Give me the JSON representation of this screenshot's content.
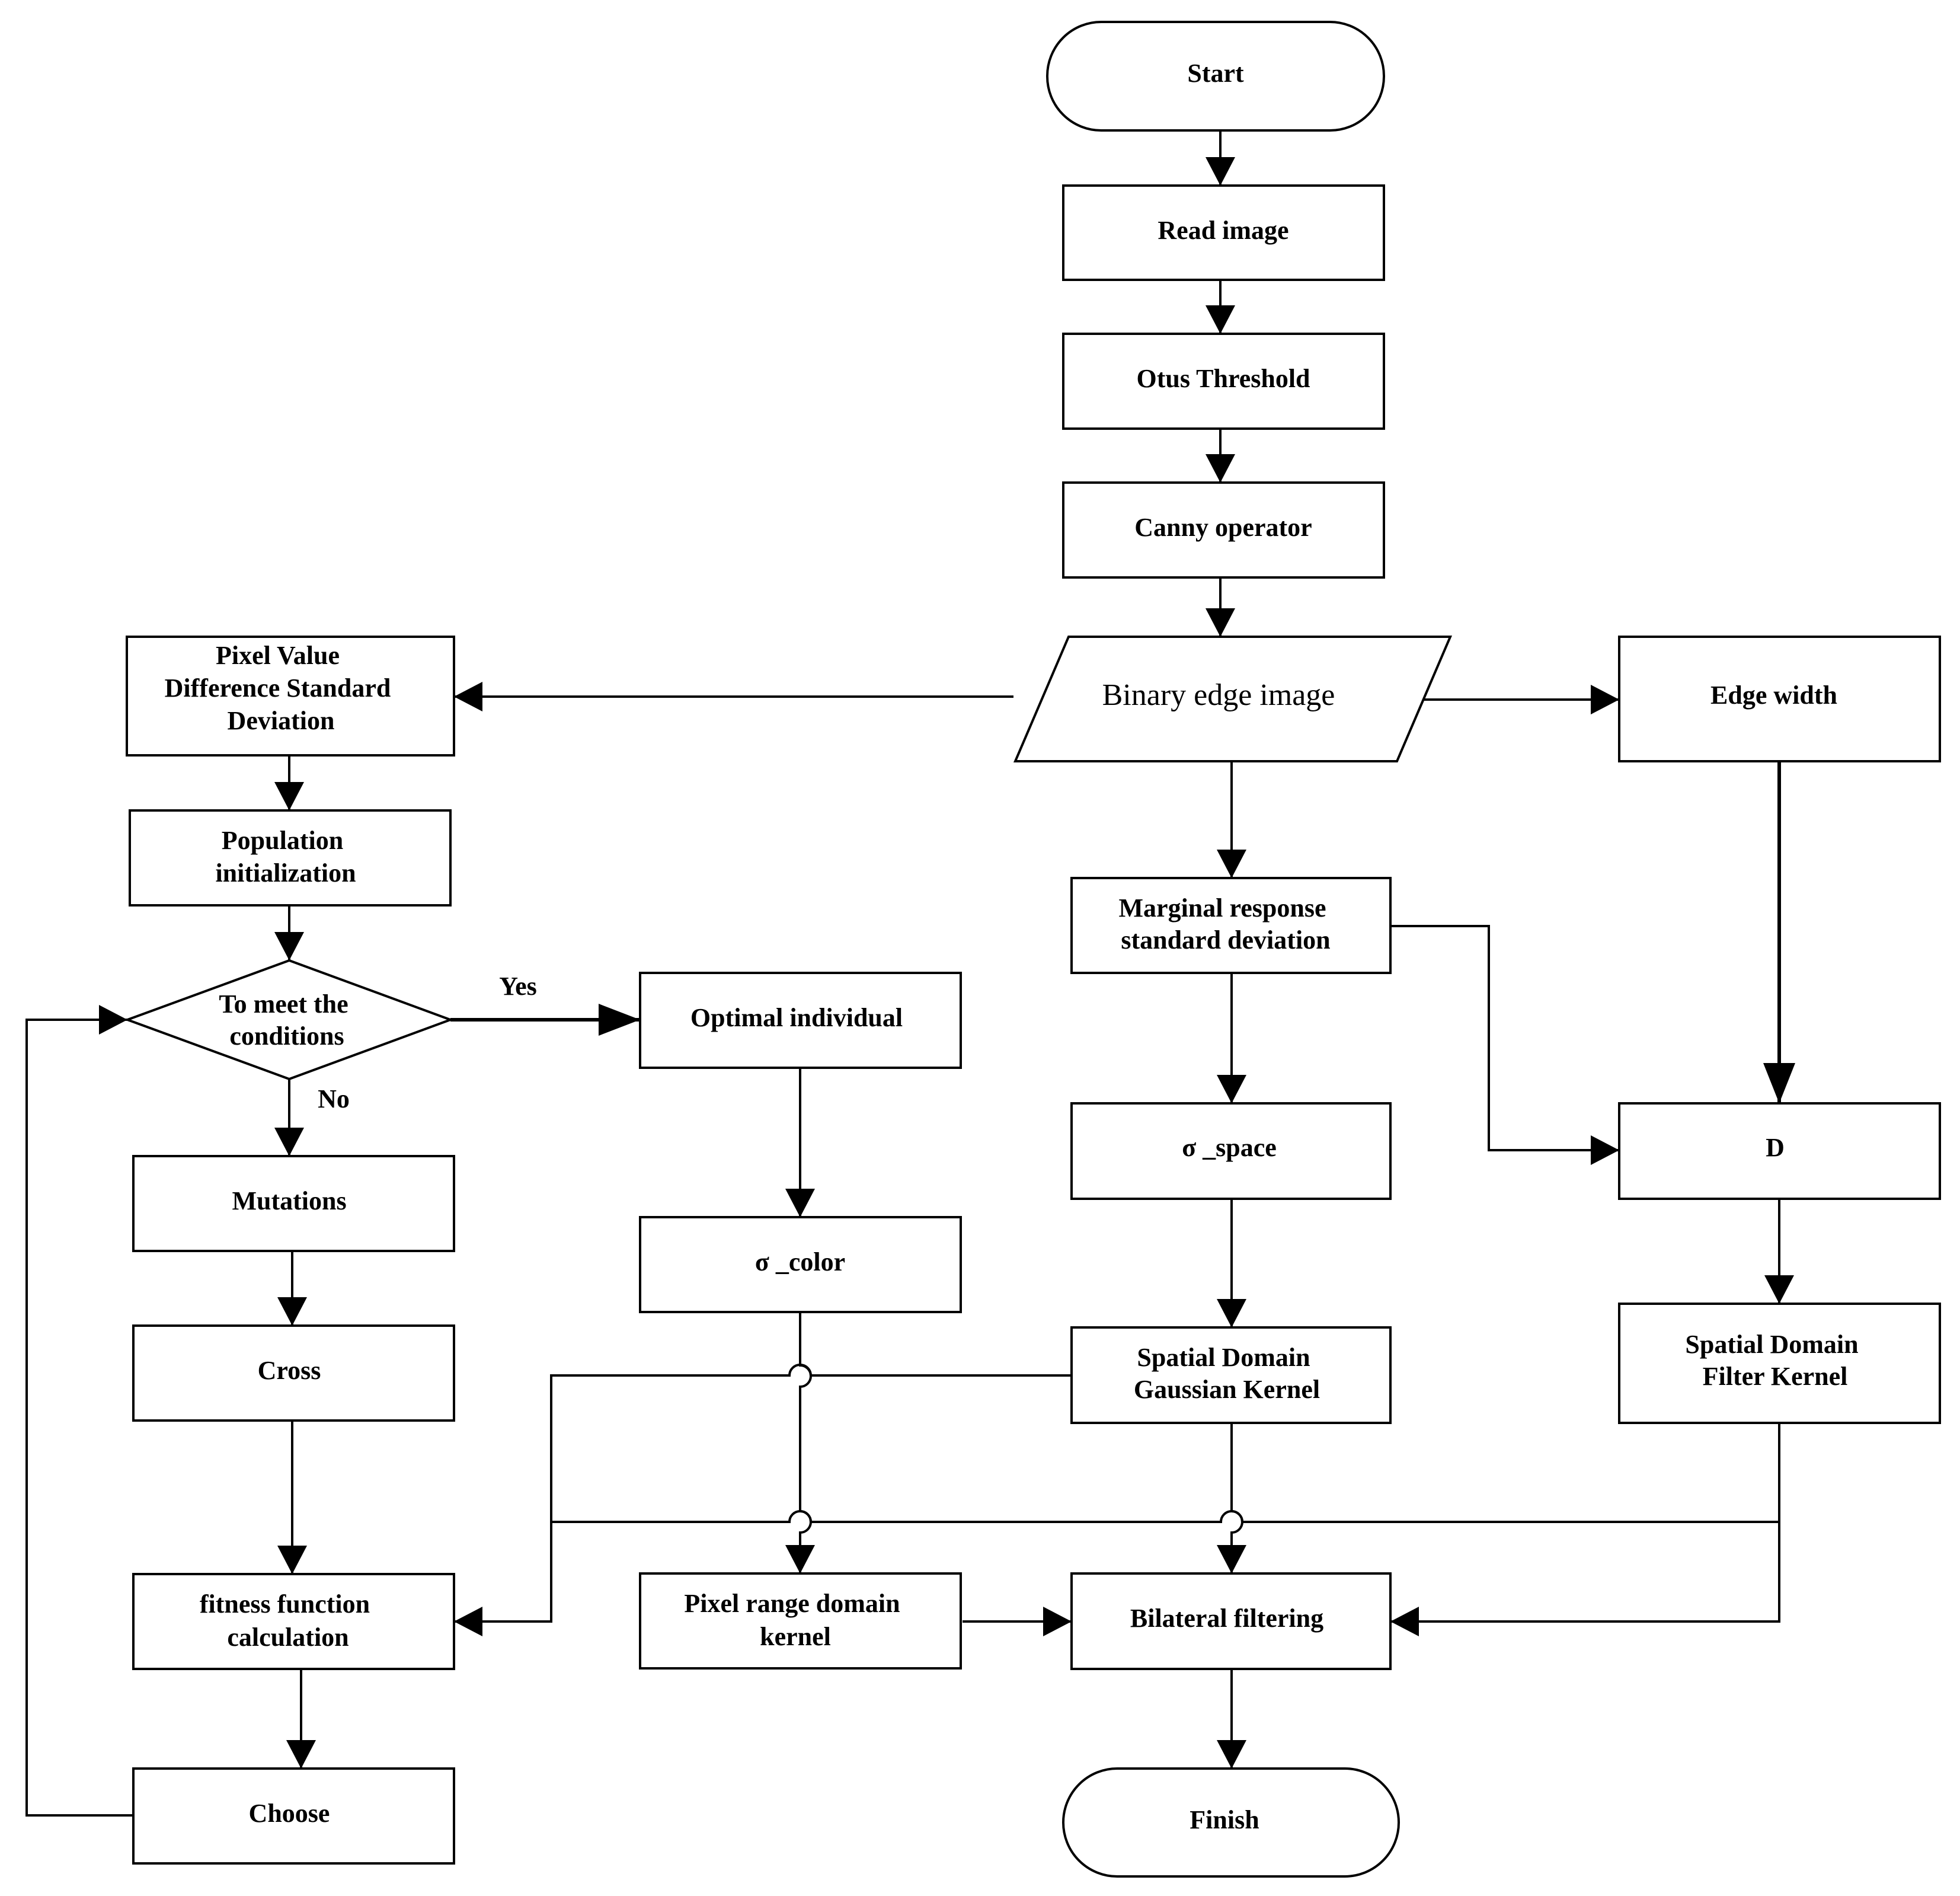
{
  "nodes": {
    "start": "Start",
    "read_image": "Read image",
    "otus_threshold": "Otus Threshold",
    "canny_operator": "Canny operator",
    "binary_edge_image": "Binary edge image",
    "pixel_value_diff_std": [
      "Pixel Value",
      "Difference Standard",
      "Deviation"
    ],
    "population_init": [
      "Population",
      "initialization"
    ],
    "meet_conditions": [
      "To meet the",
      "conditions"
    ],
    "optimal_individual": "Optimal individual",
    "mutations": "Mutations",
    "sigma_color": "σ _color",
    "cross": "Cross",
    "fitness_calc": [
      "fitness function",
      "calculation"
    ],
    "choose": "Choose",
    "pixel_range_kernel": [
      "Pixel range domain",
      "kernel"
    ],
    "marginal_response_std": [
      "Marginal response",
      "standard deviation"
    ],
    "sigma_space": "σ _space",
    "spatial_gaussian_kernel": [
      "Spatial Domain",
      "Gaussian Kernel"
    ],
    "bilateral_filtering": "Bilateral filtering",
    "finish": "Finish",
    "edge_width": "Edge width",
    "d": "D",
    "spatial_filter_kernel": [
      "Spatial Domain",
      "Filter Kernel"
    ]
  },
  "edge_labels": {
    "yes": "Yes",
    "no": "No"
  }
}
